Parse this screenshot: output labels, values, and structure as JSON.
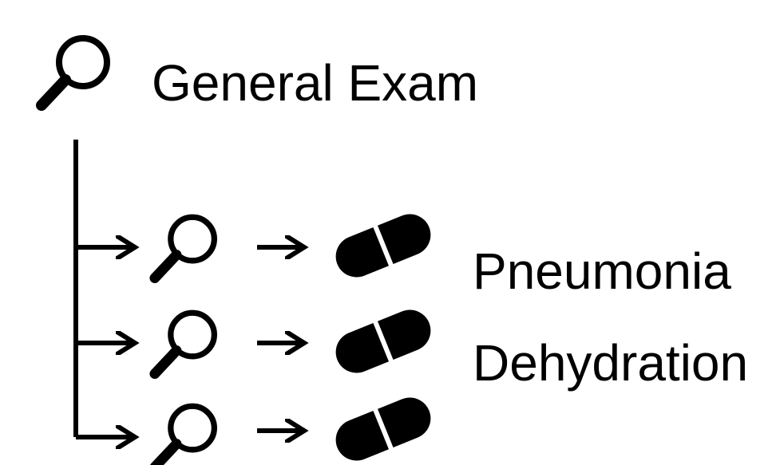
{
  "root": {
    "label": "General Exam",
    "icon": "magnifier-icon"
  },
  "branches": [
    {
      "label": "Pneumonia",
      "exam_icon": "magnifier-icon",
      "treatment_icon": "pill-capsule-icon"
    },
    {
      "label": "Dehydration",
      "exam_icon": "magnifier-icon",
      "treatment_icon": "pill-capsule-icon"
    },
    {
      "label": "...",
      "exam_icon": "magnifier-icon",
      "treatment_icon": "pill-capsule-icon"
    }
  ],
  "colors": {
    "ink": "#000000",
    "background": "#ffffff"
  }
}
